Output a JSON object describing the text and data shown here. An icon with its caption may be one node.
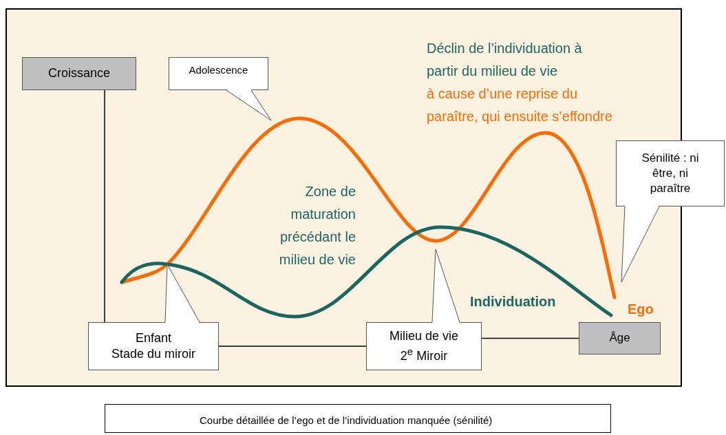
{
  "diagram": {
    "caption": "Courbe détaillée de l’ego et de l’individuation manquée (sénilité)",
    "nodes": [
      {
        "text": [
          "Croissance"
        ]
      },
      {
        "text": [
          "Adolescence"
        ]
      },
      {
        "text": [
          "Enfant",
          "Stade du miroir"
        ]
      },
      {
        "text": [
          "Milieu de vie",
          "2$^{e}$ Miroir"
        ]
      },
      {
        "text": [
          "Âge"
        ]
      },
      {
        "text": [
          "Sénilité : ni être, ni paraître"
        ]
      }
    ],
    "edges": [
      {
        "from": 0,
        "to": 2,
        "arrow": "none"
      },
      {
        "from": 2,
        "to": 3,
        "arrow": "none"
      },
      {
        "from": 3,
        "to": 4,
        "arrow": "none"
      }
    ],
    "labels": [
      "Déclin de l’individuation à partir du milieu de vie",
      "à cause d’une reprise du paraître, qui ensuite s’effondre",
      "Zone de maturation précédant le milieu de vie",
      "Individuation",
      "Ego"
    ]
  }
}
